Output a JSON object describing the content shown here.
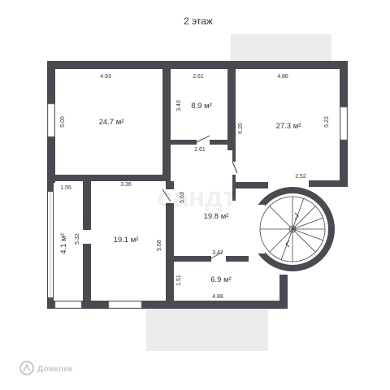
{
  "title": "2 этаж",
  "colors": {
    "wall": "#4a4a52",
    "balcony": "#ebebeb",
    "window": "#ffffff",
    "stair": "#444444"
  },
  "rooms": [
    {
      "id": "room-top-left",
      "area": "24.7 м²"
    },
    {
      "id": "room-small-top",
      "area": "8.9 м²"
    },
    {
      "id": "room-top-right",
      "area": "27.3 м²"
    },
    {
      "id": "hall",
      "area": "19.8 м²"
    },
    {
      "id": "room-left",
      "area": "19.1 м²"
    },
    {
      "id": "room-narrow",
      "area": "4.1 м²"
    },
    {
      "id": "bath",
      "area": "6.9 м²"
    }
  ],
  "dimensions": [
    "4.93",
    "2.61",
    "4.86",
    "5.00",
    "3.40",
    "6.20",
    "5.23",
    "2.61",
    "2.52",
    "1.55",
    "3.36",
    "5.63",
    "5.32",
    "5.68",
    "3.47",
    "1.51",
    "4.88"
  ],
  "watermark": {
    "logo": "Домклик",
    "center": "сандт"
  },
  "icons": {
    "stair": "spiral-staircase-icon",
    "logo": "domclick-logo-icon"
  }
}
